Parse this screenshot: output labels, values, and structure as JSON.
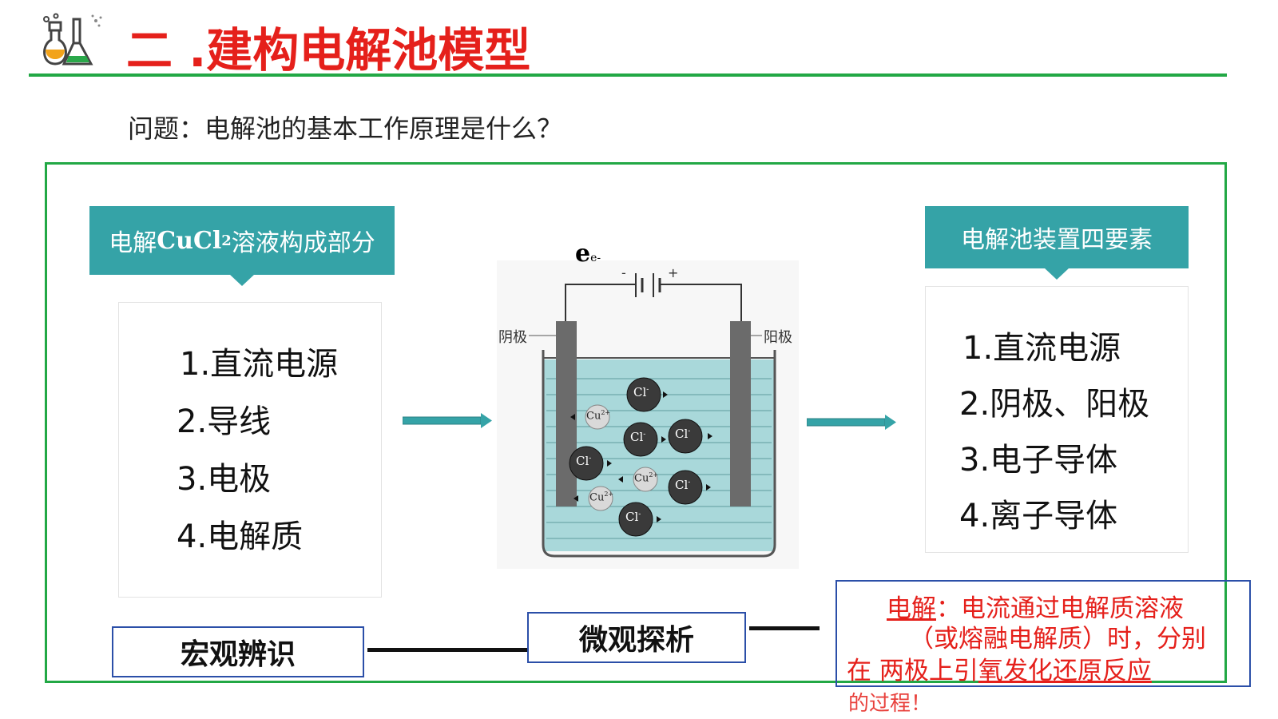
{
  "header": {
    "title": "二 .建构电解池模型",
    "icon": "chemistry-flask-icon"
  },
  "question": "问题：电解池的基本工作原理是什么？",
  "left_tag": {
    "prefix": "电解",
    "formula_main": "CuCl",
    "formula_sub": "2",
    "suffix": "溶液构成部分"
  },
  "left_list": [
    "1.直流电源",
    "2.导线",
    "3.电极",
    "4.电解质"
  ],
  "diagram": {
    "electron_label_big": "e",
    "electron_label_small": "e-",
    "battery_minus": "-",
    "battery_plus": "+",
    "cathode_label": "阴极",
    "anode_label": "阳极",
    "anion_label": "Cl",
    "anion_charge": "-",
    "cation_label": "Cu",
    "cation_charge": "2+",
    "colors": {
      "solution": "#a9d8da",
      "electrode": "#6b6b6b"
    }
  },
  "right_tag": "电解池装置四要素",
  "right_list": [
    "1.直流电源",
    "2.阴极、阳极",
    "3.电子导体",
    "4.离子导体"
  ],
  "macro_label": "宏观辨识",
  "micro_label": "微观探析",
  "definition": {
    "term": "电解",
    "colon": "：",
    "line1_rest": "电流通过电解质溶液",
    "line2": "（或熔融电解质）时，分别",
    "line3_a": "在 两极上引",
    "line3_b": "氧发化还原反应",
    "line4": "的过程！"
  },
  "colors": {
    "title_red": "#e5201b",
    "frame_green": "#22a845",
    "teal": "#35a3a7",
    "box_blue": "#2b4fa8"
  }
}
